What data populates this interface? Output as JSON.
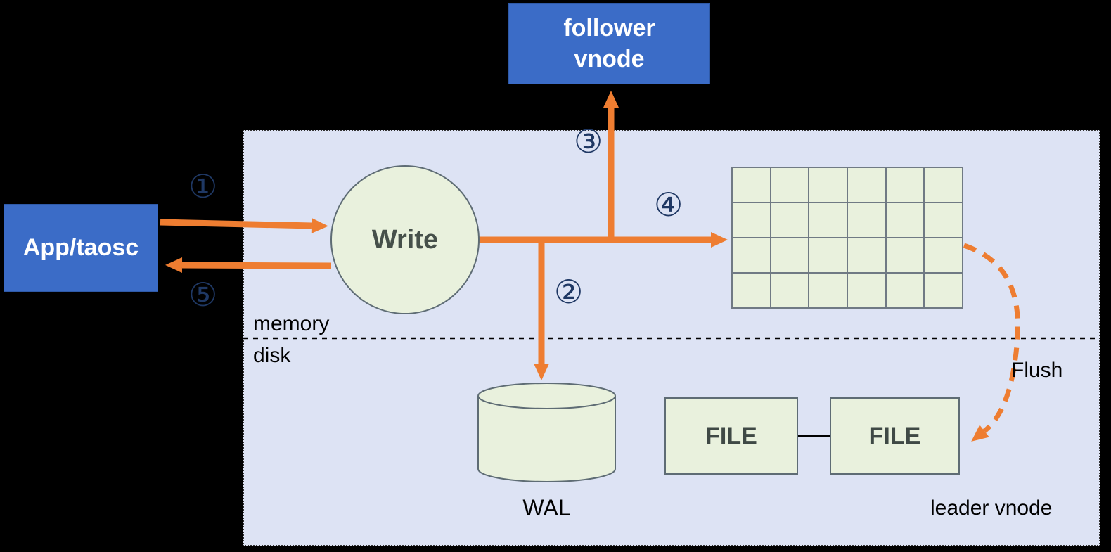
{
  "diagram": {
    "follower_vnode": {
      "line1": "follower",
      "line2": "vnode"
    },
    "app": {
      "label": "App/taosc"
    },
    "write": {
      "label": "Write"
    },
    "wal": {
      "label": "WAL"
    },
    "files": {
      "file1": "FILE",
      "file2": "FILE"
    },
    "region_labels": {
      "memory": "memory",
      "disk": "disk",
      "leader": "leader vnode"
    },
    "flush": {
      "label": "Flush"
    },
    "steps": {
      "step1": "①",
      "step2": "②",
      "step3": "③",
      "step4": "④",
      "step5": "⑤"
    },
    "memtable_grid": {
      "rows": 4,
      "cols": 6
    },
    "colors": {
      "background": "#000000",
      "node_blue": "#3b6cc7",
      "container_fill": "#dde3f4",
      "green_fill": "#e9f1dd",
      "green_border": "#5e6c74",
      "grid_line": "#707a84",
      "arrow_orange": "#ee7d31",
      "step_number": "#1f3864",
      "text_dark": "#000000",
      "node_text": "#ffffff",
      "write_text": "#46504a"
    }
  }
}
